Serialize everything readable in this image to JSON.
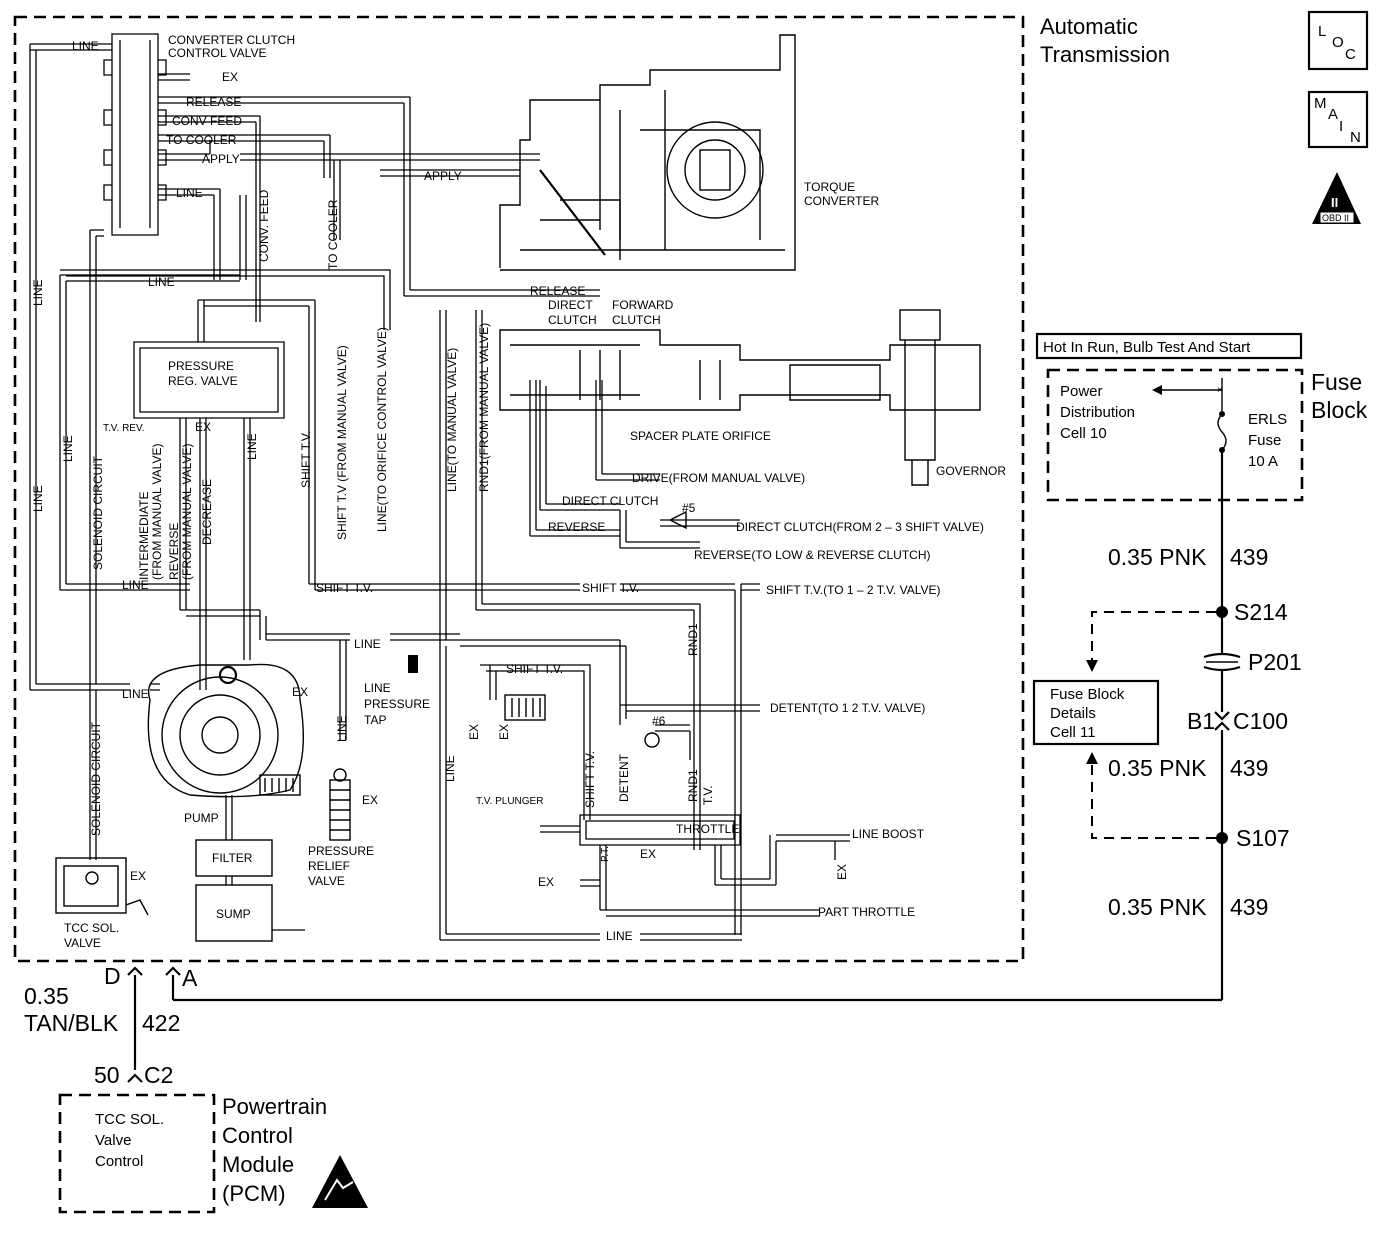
{
  "modules": {
    "automatic_transmission": "Automatic\nTransmission",
    "fuse_block": "Fuse\nBlock",
    "powertrain_control_module": "Powertrain\nControl\nModule\n(PCM)",
    "hot_in_run": "Hot In Run, Bulb Test And Start",
    "power_distribution": "Power\nDistribution\nCell 10",
    "erls_fuse": "ERLS\nFuse\n10 A",
    "fuse_block_details": "Fuse Block\nDetails\nCell 11",
    "tcc_valve_control": "TCC SOL.\nValve\nControl",
    "tcc_sol_valve": "TCC SOL.\nVALVE"
  },
  "badges": {
    "loc": [
      "L",
      "O",
      "C"
    ],
    "main": [
      "M",
      "A",
      "I",
      "N"
    ],
    "obd": "OBD II",
    "obd_mark": "II"
  },
  "wiring": {
    "wire_top": "0.35 PNK",
    "circuit_top": "439",
    "splice_s214": "S214",
    "connector_p201": "P201",
    "connector_b1": "B1",
    "connector_c100": "C100",
    "wire_mid": "0.35 PNK",
    "circuit_mid": "439",
    "splice_s107": "S107",
    "wire_bottom": "0.35 PNK",
    "circuit_bottom": "439",
    "pin_d": "D",
    "pin_a": "A",
    "pcm_wire": "0.35\nTAN/BLK",
    "pcm_circuit": "422",
    "pcm_pin": "50",
    "pcm_connector": "C2"
  },
  "hydraulic_labels": {
    "converter_clutch_valve": "CONVERTER CLUTCH\nCONTROL VALVE",
    "line_top": "LINE",
    "ex_top": "EX",
    "release": "RELEASE",
    "conv_feed": "CONV FEED",
    "to_cooler": "TO COOLER",
    "apply": "APPLY",
    "line_2": "LINE",
    "conv_feed_v": "CONV. FEED",
    "to_cooler_v": "TO COOLER",
    "apply_mid": "APPLY",
    "torque_converter": "TORQUE\nCONVERTER",
    "release_2": "RELEASE",
    "line_3": "LINE",
    "line_left_1": "LINE",
    "line_left_2": "LINE",
    "line_left_3": "LINE",
    "pressure_reg_valve": "PRESSURE\nREG. VALVE",
    "tv_rev": "T.V. REV.",
    "ex_prv": "EX",
    "solenoid_circuit_1": "SOLENOID CIRCUIT",
    "intermediate": "INTERMEDIATE\n(FROM MANUAL VALVE)",
    "reverse_manual": "REVERSE\n(FROM MANUAL VALVE)",
    "decrease": "DECREASE",
    "line_v": "LINE",
    "shift_tv_v": "SHIFT T.V.",
    "shift_tv_manual": "SHIFT T.V (FROM MANUAL VALVE)",
    "line_orifice": "LINE(TO ORIFICE CONTROL VALVE)",
    "line_manual": "LINE(TO MANUAL VALVE)",
    "rnd1_manual": "RND1(FROM MANUAL VALVE)",
    "direct_clutch": "DIRECT\nCLUTCH",
    "forward_clutch": "FORWARD\nCLUTCH",
    "spacer_plate": "SPACER PLATE ORIFICE",
    "drive": "DRIVE(FROM MANUAL VALVE)",
    "governor": "GOVERNOR",
    "direct_clutch_2": "DIRECT CLUTCH",
    "check_5": "#5",
    "direct_clutch_23": "DIRECT CLUTCH(FROM 2 – 3 SHIFT VALVE)",
    "reverse": "REVERSE",
    "reverse_low": "REVERSE(TO LOW & REVERSE CLUTCH)",
    "line_4": "LINE",
    "shift_tv_1": "SHIFT T.V.",
    "shift_tv_2": "SHIFT T.V.",
    "shift_tv_12": "SHIFT T.V.(TO 1 – 2 T.V. VALVE)",
    "line_5": "LINE",
    "line_pressure_tap": "LINE\nPRESSURE\nTAP",
    "line_6": "LINE",
    "ex_pump": "EX",
    "rnd1_v": "RND1",
    "shift_tv_3": "SHIFT T.V.",
    "detent_12": "DETENT(TO 1   2 T.V. VALVE)",
    "ex_a": "EX",
    "ex_b": "EX",
    "check_6": "#6",
    "line_v2": "LINE",
    "line_v3": "LINE",
    "shift_tv_v2": "SHIFT T.V.",
    "detent_v": "DETENT",
    "rnd1_v2": "RND1",
    "tv_v": "T.V.",
    "tv_plunger": "T.V. PLUNGER",
    "throttle": "THROTTLE",
    "pt": "P.T.",
    "ex_c": "EX",
    "line_boost": "LINE BOOST",
    "ex_d": "EX",
    "ex_e": "EX",
    "part_throttle": "PART THROTTLE",
    "line_7": "LINE",
    "ex_relief": "EX",
    "pump": "PUMP",
    "filter": "FILTER",
    "sump": "SUMP",
    "pressure_relief": "PRESSURE\nRELIEF\nVALVE",
    "solenoid_circuit_2": "SOLENOID CIRCUIT",
    "ex_tcc": "EX"
  }
}
